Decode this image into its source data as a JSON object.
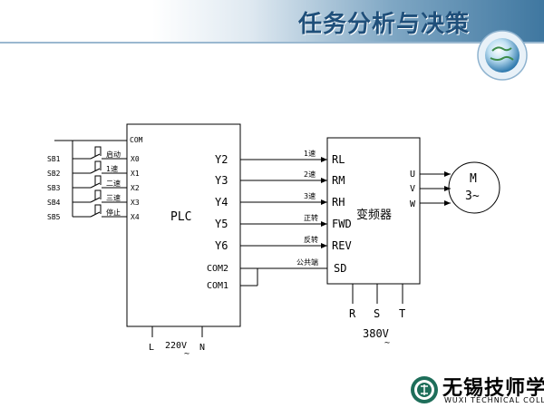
{
  "slide": {
    "title": "任务分析与决策"
  },
  "switches": [
    "SB1",
    "SB2",
    "SB3",
    "SB4",
    "SB5"
  ],
  "switch_functions": [
    "启动",
    "1速",
    "二速",
    "三速",
    "停止"
  ],
  "plc": {
    "name": "PLC",
    "com": "COM",
    "inputs": [
      "X0",
      "X1",
      "X2",
      "X3",
      "X4"
    ],
    "outputs": [
      "Y2",
      "Y3",
      "Y4",
      "Y5",
      "Y6"
    ],
    "com2": "COM2",
    "com1": "COM1",
    "power_l": "L",
    "power_v": "220V",
    "power_tilde": "~",
    "power_n": "N"
  },
  "wires": [
    "1速",
    "2速",
    "3速",
    "正转",
    "反转",
    "公共端"
  ],
  "vfd": {
    "name": "变频器",
    "inputs": [
      "RL",
      "RM",
      "RH",
      "FWD",
      "REV",
      "SD"
    ],
    "outputs": [
      "U",
      "V",
      "W"
    ],
    "power": [
      "R",
      "S",
      "T"
    ],
    "power_v": "380V",
    "power_tilde": "~"
  },
  "motor": {
    "label": "M",
    "phase": "3~"
  },
  "college": {
    "name_cn": "无锡技师学院",
    "name_en": "WUXI TECHNICAL COLLEGE"
  }
}
